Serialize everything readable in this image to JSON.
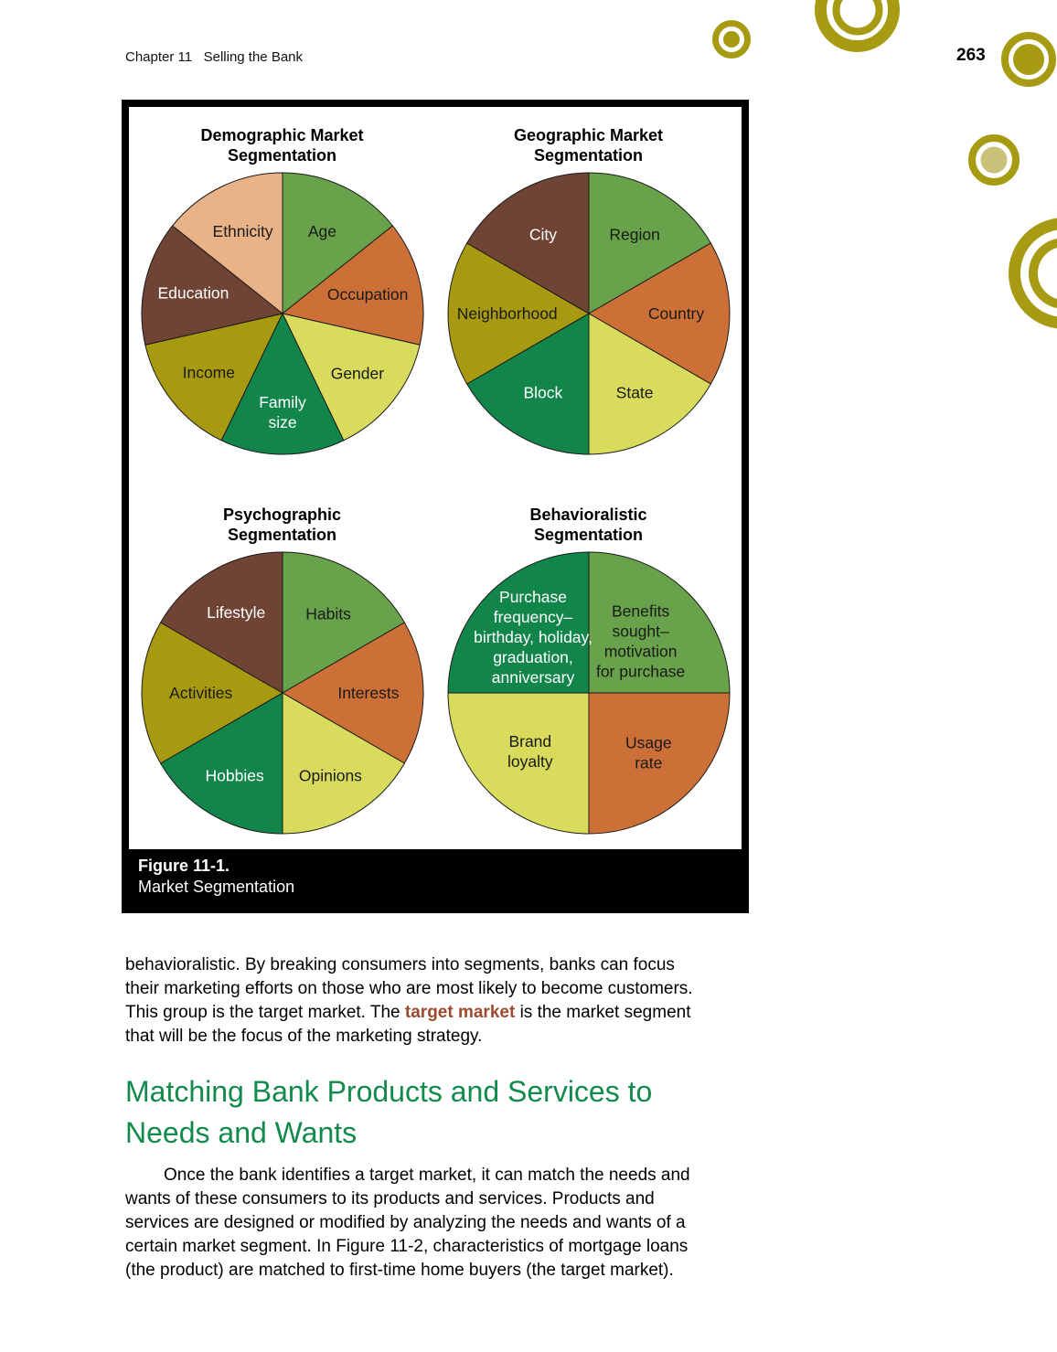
{
  "page": {
    "header": "Chapter 11   Selling the Bank",
    "page_number": "263"
  },
  "figure": {
    "caption_label": "Figure 11-1.",
    "caption_title": "Market Segmentation"
  },
  "colors": {
    "green": "#68A24A",
    "orange": "#CD7038",
    "yellow_green": "#D8DB5C",
    "dark_green": "#12854A",
    "olive": "#A79A10",
    "brown": "#6F4434",
    "tan": "#EAB287",
    "decorative_olive": "#A89B14",
    "decorative_light_fill": "#CBC078",
    "heading_green": "#128A4C",
    "accent_brown": "#9C4B2E"
  },
  "chart_data": [
    {
      "type": "pie",
      "title": "Demographic Market\nSegmentation",
      "legend_position": "none",
      "slices": [
        {
          "label": "Age",
          "value": 1,
          "color": "#68A24A",
          "text_color": "#1a1a1a",
          "label_r": 0.65
        },
        {
          "label": "Occupation",
          "value": 1,
          "color": "#CD7038",
          "text_color": "#1a1a1a",
          "label_r": 0.62
        },
        {
          "label": "Gender",
          "value": 1,
          "color": "#D8DB5C",
          "text_color": "#1a1a1a",
          "label_r": 0.68
        },
        {
          "label": "Family\nsize",
          "value": 1,
          "color": "#12854A",
          "text_color": "#ffffff",
          "label_r": 0.7
        },
        {
          "label": "Income",
          "value": 1,
          "color": "#A79A10",
          "text_color": "#1a1a1a",
          "label_r": 0.67
        },
        {
          "label": "Education",
          "value": 1,
          "color": "#6F4434",
          "text_color": "#ffffff",
          "label_r": 0.65
        },
        {
          "label": "Ethnicity",
          "value": 1,
          "color": "#EAB287",
          "text_color": "#1a1a1a",
          "label_r": 0.65
        }
      ]
    },
    {
      "type": "pie",
      "title": "Geographic Market\nSegmentation",
      "legend_position": "none",
      "slices": [
        {
          "label": "Region",
          "value": 1,
          "color": "#68A24A",
          "text_color": "#1a1a1a",
          "label_r": 0.65
        },
        {
          "label": "Country",
          "value": 1,
          "color": "#CD7038",
          "text_color": "#1a1a1a",
          "label_r": 0.62
        },
        {
          "label": "State",
          "value": 1,
          "color": "#D8DB5C",
          "text_color": "#1a1a1a",
          "label_r": 0.65
        },
        {
          "label": "Block",
          "value": 1,
          "color": "#12854A",
          "text_color": "#ffffff",
          "label_r": 0.65
        },
        {
          "label": "Neighborhood",
          "value": 1,
          "color": "#A79A10",
          "text_color": "#1a1a1a",
          "label_r": 0.58
        },
        {
          "label": "City",
          "value": 1,
          "color": "#6F4434",
          "text_color": "#ffffff",
          "label_r": 0.65
        }
      ]
    },
    {
      "type": "pie",
      "title": "Psychographic\nSegmentation",
      "legend_position": "none",
      "slices": [
        {
          "label": "Habits",
          "value": 1,
          "color": "#68A24A",
          "text_color": "#1a1a1a",
          "label_r": 0.65
        },
        {
          "label": "Interests",
          "value": 1,
          "color": "#CD7038",
          "text_color": "#1a1a1a",
          "label_r": 0.61
        },
        {
          "label": "Opinions",
          "value": 1,
          "color": "#D8DB5C",
          "text_color": "#1a1a1a",
          "label_r": 0.68
        },
        {
          "label": "Hobbies",
          "value": 1,
          "color": "#12854A",
          "text_color": "#ffffff",
          "label_r": 0.68
        },
        {
          "label": "Activities",
          "value": 1,
          "color": "#A79A10",
          "text_color": "#1a1a1a",
          "label_r": 0.58
        },
        {
          "label": "Lifestyle",
          "value": 1,
          "color": "#6F4434",
          "text_color": "#ffffff",
          "label_r": 0.66
        }
      ]
    },
    {
      "type": "pie",
      "title": "Behavioralistic\nSegmentation",
      "legend_position": "none",
      "slices": [
        {
          "label": "Benefits\nsought–\nmotivation\nfor purchase",
          "value": 1,
          "color": "#68A24A",
          "text_color": "#1a1a1a",
          "label_r": 0.52
        },
        {
          "label": "Usage\nrate",
          "value": 1,
          "color": "#CD7038",
          "text_color": "#1a1a1a",
          "label_r": 0.6
        },
        {
          "label": "Brand\nloyalty",
          "value": 1,
          "color": "#D8DB5C",
          "text_color": "#1a1a1a",
          "label_r": 0.59
        },
        {
          "label": "Purchase\nfrequency–\nbirthday, holiday,\ngraduation,\nanniversary",
          "value": 1,
          "color": "#12854A",
          "text_color": "#ffffff",
          "label_r": 0.56
        }
      ]
    }
  ],
  "body": {
    "accent_color": "#9C4B2E",
    "paragraph1": {
      "lines": [
        [
          {
            "text": "behavioralistic. By breaking consumers into segments, banks can focus"
          }
        ],
        [
          {
            "text": "their marketing efforts on those who are most likely to become customers."
          }
        ],
        [
          {
            "text": "This group is the target market. The "
          },
          {
            "text": "target market",
            "bold": true,
            "accent": true
          },
          {
            "text": " is the market segment"
          }
        ],
        [
          {
            "text": "that will be the focus of the marketing strategy."
          }
        ]
      ]
    },
    "heading": "Matching Bank Products and Services to\nNeeds and Wants",
    "paragraph2": {
      "lines": [
        [
          {
            "text": "Once the bank identifies a target market, it can match the needs and"
          }
        ],
        [
          {
            "text": "wants of these consumers to its products and services. Products and"
          }
        ],
        [
          {
            "text": "services are designed or modified by analyzing the needs and wants of a"
          }
        ],
        [
          {
            "text": "certain market segment. In Figure 11-2, characteristics of mortgage loans"
          }
        ],
        [
          {
            "text": "(the product) are matched to first-time home buyers (the target market)."
          }
        ]
      ]
    }
  }
}
